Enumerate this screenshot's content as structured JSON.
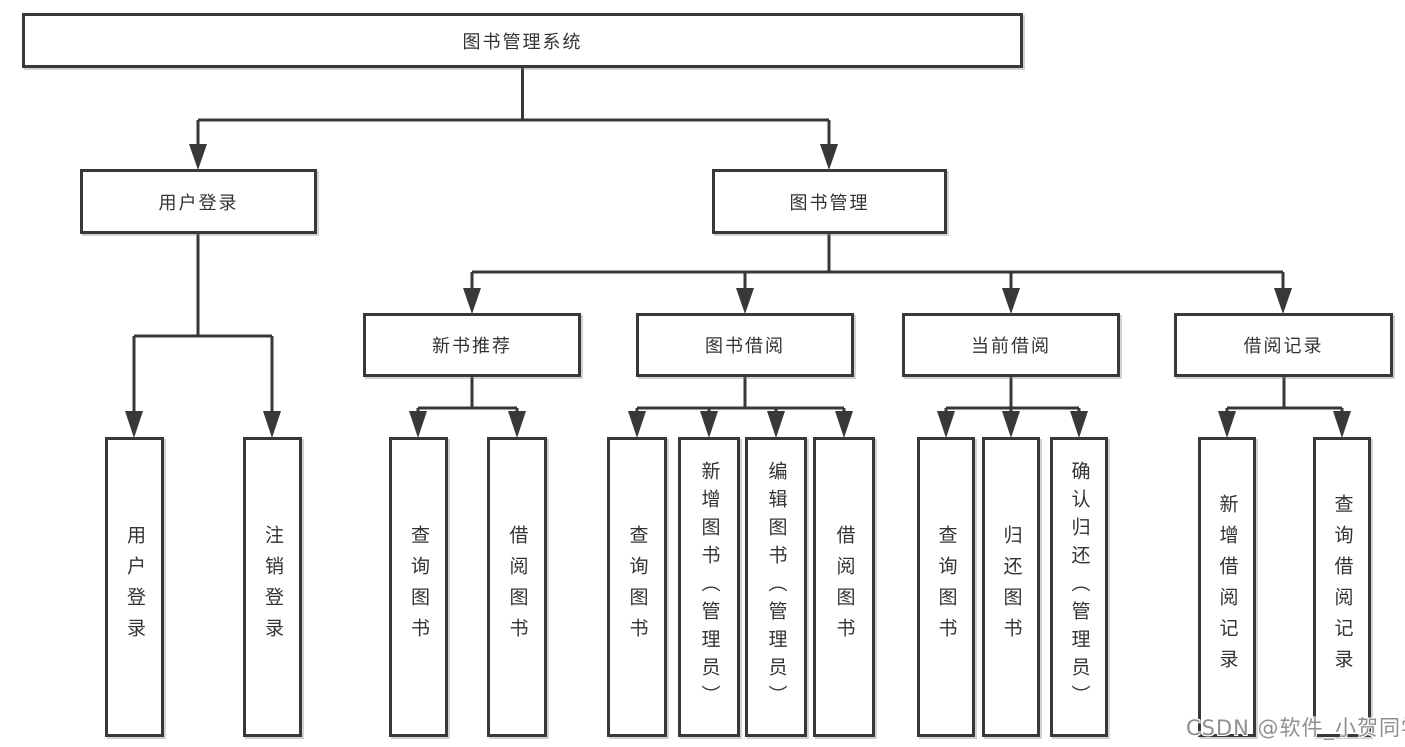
{
  "tree": {
    "root": {
      "label": "图书管理系统",
      "children": [
        {
          "label": "用户登录",
          "children": [
            {
              "label": "用户登录"
            },
            {
              "label": "注销登录"
            }
          ]
        },
        {
          "label": "图书管理",
          "children": [
            {
              "label": "新书推荐",
              "children": [
                {
                  "label": "查询图书"
                },
                {
                  "label": "借阅图书"
                }
              ]
            },
            {
              "label": "图书借阅",
              "children": [
                {
                  "label": "查询图书"
                },
                {
                  "label": "新增图书（管理员）"
                },
                {
                  "label": "编辑图书（管理员）"
                },
                {
                  "label": "借阅图书"
                }
              ]
            },
            {
              "label": "当前借阅",
              "children": [
                {
                  "label": "查询图书"
                },
                {
                  "label": "归还图书"
                },
                {
                  "label": "确认归还（管理员）"
                }
              ]
            },
            {
              "label": "借阅记录",
              "children": [
                {
                  "label": "新增借阅记录"
                },
                {
                  "label": "查询借阅记录"
                }
              ]
            }
          ]
        }
      ]
    }
  },
  "watermark": {
    "text": "CSDN @软件_小贺同学"
  },
  "colors": {
    "line": "#383838",
    "box_border": "#383838",
    "box_background": "#ffffff",
    "text": "#333333",
    "watermark": "#8f8f8f",
    "background": "#ffffff"
  }
}
